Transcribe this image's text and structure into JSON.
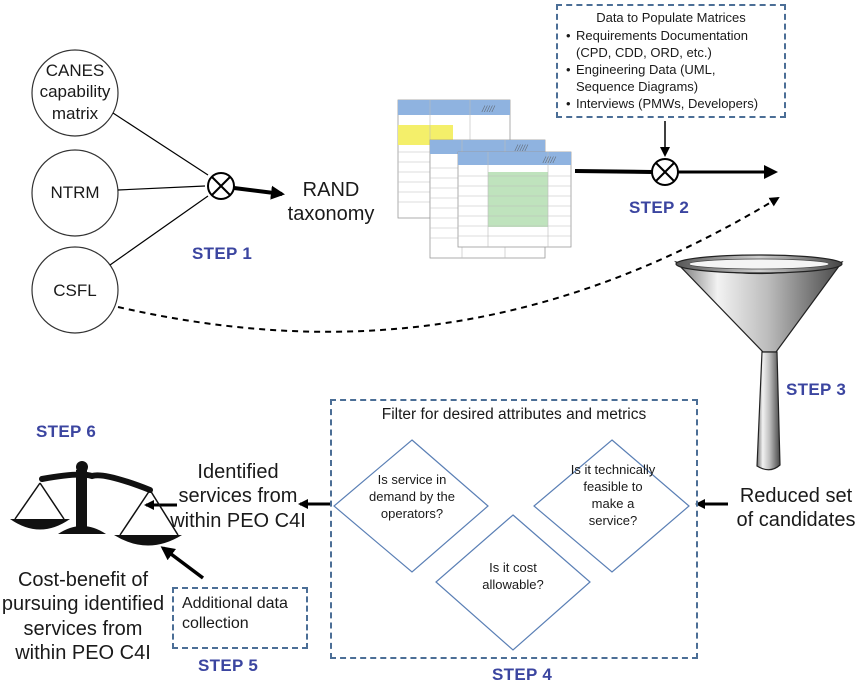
{
  "sources": [
    {
      "id": "canes",
      "label": "CANES capability matrix"
    },
    {
      "id": "ntrm",
      "label": "NTRM"
    },
    {
      "id": "csfl",
      "label": "CSFL"
    }
  ],
  "rand_taxonomy": "RAND taxonomy",
  "data_box": {
    "title": "Data to Populate Matrices",
    "items": [
      "Requirements Documentation (CPD, CDD, ORD, etc.)",
      "Engineering Data (UML, Sequence Diagrams)",
      "Interviews (PMWs, Developers)"
    ]
  },
  "steps": {
    "step1": "STEP 1",
    "step2": "STEP 2",
    "step3": "STEP 3",
    "step4": "STEP 4",
    "step5": "STEP 5",
    "step6": "STEP 6"
  },
  "filter_box": {
    "title": "Filter for desired attributes and metrics",
    "questions": [
      "Is service in demand by the operators?",
      "Is it cost allowable?",
      "Is it technically feasible to make a service?"
    ]
  },
  "reduced_set": "Reduced set of candidates",
  "identified_services": "Identified services from within PEO C4I",
  "additional_data": "Additional data collection",
  "cost_benefit": "Cost-benefit of pursuing identified services from within PEO C4I",
  "colors": {
    "step_text": "#3b45a0",
    "box_border": "#4b6e96",
    "diamond": "#5a7fb5",
    "matrix_header": "#8fb3e0",
    "matrix_yellow": "#f4ef6a",
    "matrix_green": "#bfe3bd"
  }
}
